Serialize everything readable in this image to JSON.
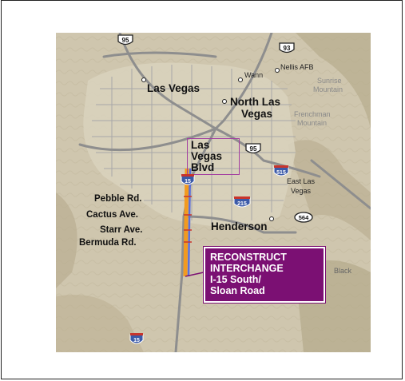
{
  "labels": {
    "las_vegas": "Las Vegas",
    "north_las_vegas_1": "North Las",
    "north_las_vegas_2": "Vegas",
    "las_vegas_blvd_1": "Las",
    "las_vegas_blvd_2": "Vegas",
    "las_vegas_blvd_3": "Blvd",
    "nellis_afb": "Nellis AFB",
    "wann": "Wann",
    "sunrise_mountain_1": "Sunrise",
    "sunrise_mountain_2": "Mountain",
    "frenchman_mountain_1": "Frenchman",
    "frenchman_mountain_2": "Mountain",
    "east_las_vegas_1": "East Las",
    "east_las_vegas_2": "Vegas",
    "henderson": "Henderson",
    "black": "Black",
    "pebble": "Pebble Rd.",
    "cactus": "Cactus Ave.",
    "starr": "Starr Ave.",
    "bermuda": "Bermuda Rd."
  },
  "shields": {
    "us95_top": "95",
    "us93": "93",
    "us95_mid": "95",
    "i515": "515",
    "i15_top": "15",
    "i215": "215",
    "nv564": "564",
    "i15_bottom": "15"
  },
  "callout": {
    "line1": "RECONSTRUCT",
    "line2": "INTERCHANGE",
    "line3": "I-15 South/",
    "line4": "Sloan Road"
  },
  "colors": {
    "terrain": "#cfc6ae",
    "roads": "#9a9a9a",
    "highlight_orange": "#f29a1f",
    "highlight_blue": "#5b6ed8",
    "callout_purple": "#7b1073",
    "interstate_blue": "#3b5aa8",
    "interstate_red": "#c8342c"
  }
}
